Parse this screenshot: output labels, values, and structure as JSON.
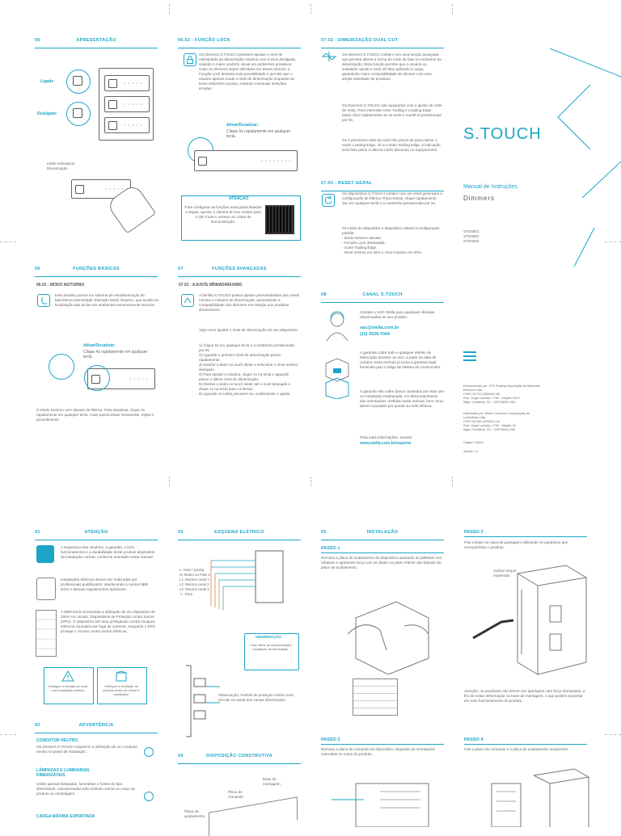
{
  "panel_01": {
    "num": "05",
    "title": "APRESENTAÇÃO",
    "label_on": "Ligado",
    "label_off": "Desligado",
    "leds_label": "LEDs indicativos\nDimerização"
  },
  "panel_02": {
    "title": "06.02 - FUNÇÃO LOCK",
    "body": "Os dimmers S.TOUCH permitem ajustar o nível de intensidade da dimerização máximo com a tecla desligada, visando o maior conforto visual em ambientes privativos. Caso os dimmers sejam utilizados em áreas comuns, a Função Lock desativa esta possibilidade e permite que o usuário apenas mude o nível de dimerização enquanto as luzes estiverem acesas, evitando eventuais seleções erradas.",
    "activate_title": "Ativar/Desativar:",
    "activate_text": "Clique 6x rapidamente em qualquer tecla.",
    "attention_title": "ATENÇÃO",
    "attention_text": "Para configurar as funções avançadas listadas a seguir, aponte a câmera do seu celular para o QR Code e acesse um vídeo de demonstração."
  },
  "panel_03": {
    "title": "07.02 - DIMERIZAÇÃO DUAL CUT",
    "body1": "Os dimmers S.TOUCH contam com uma função avançada que permite alterar a forma do corte de fase no momento da dimerização. Essa função permite que o usuário ou instalador ajuste o corte de fase aplicado à carga, garantindo maior compatibilidade do dimmer com uma ampla variedade de produtos.",
    "body2": "Os Dimmers S.TOUCH são equipados com o ajuste de corte de onda. Para intercalar entre Trailing e Leading Edge, basta clicar rapidamente 9x na tecla e mantê-la pressionada por 5s.",
    "body3": "Os 3 primeiros LEDs de nível irão piscar de para indicar o modo Leading Edge. Já no modo Trailing Edge, a indicação será feita pelos 3 últimos LEDs piscando no equipamento.",
    "reset_title": "07.03 - RESET GERAL",
    "reset_body1": "Os dispositivos S.TOUCH contam com um reset geral para a configuração de fábrica. Para resetar, clique rapidamente 15x em qualquer tecla e a mantenha pressionada por 5s.",
    "reset_body2": "Os LEDs do dispositivo o dispositivo voltará à configuração padrão:\n- Modo Noturno ativado.\n- Função Lock desativada.\n- Corte Trailing Edge.\n- Nível mínimo em 25% e nível máximo em 90%."
  },
  "cover": {
    "brand": "S.TOUCH",
    "manual": "Manual de Instruções",
    "product": "Dimmers",
    "models": [
      "STD4001",
      "STD4002",
      "STD4003"
    ]
  },
  "panel_05": {
    "num": "06",
    "title": "FUNÇÕES BÁSICAS",
    "sub": "06.01 - MODO NOTURNO",
    "body": "Este produto possui um sistema de retroiluminação de baixíssima intensidade chamado Modo Noturno, que auxilia na localização das teclas em ambientes extremamente escuros.",
    "activate_title": "Ativar/Desativar:",
    "activate_text": "Clique 4x rapidamente em qualquer tecla.",
    "footer": "O Modo Noturno vem ativado de fábrica. Para desativar, clique 4x rapidamente em qualquer tecla. Caso queira ativar novamente, repita o procedimento."
  },
  "panel_06": {
    "num": "07",
    "title": "FUNÇÕES AVANÇADAS",
    "sub": "07.01 - AJUSTE MÍNIMO/MÁXIMO",
    "body1": "A família S.TOUCH possui ajustes personalizados dos níveis mínimo e máximo de dimerização, aumentando a compatibilidade dos dimmers em relação aos produtos dimerizáveis.",
    "body2": "Veja como ajustar o nível de dimerização do seu dispositivo:",
    "steps": "1) Clique 5x em qualquer tecla e a mantenha pressionada por 5s.\n2) Aguarde o primeiro nível de dimerização piscar rapidamente.\n3) Deslize o dedo no touch slider e selecione o nível mínimo desejado.\n4) Para ajustar o máximo, clique 1x na tecla e aguarde piscar o último nível de dimerização.\n5) Deslize o dedo no touch slider até o nível desejado e clique 1x na tecla para confirmar.\n6) Aguarde os LEDs piscarem 6x, confirmando o ajuste."
  },
  "panel_07": {
    "num": "08",
    "title": "CANAL S.TOUCH",
    "contact": "Contate o SAC Stella para quaisquer dúvidas relacionadas ao seu produto.",
    "email": "sac@stella.com.br",
    "phone": "(11) 3529.7044",
    "warranty": "A garantia cobre todo e qualquer defeito de fabricação durante um ano, a partir da data de compra. Esse período já inclui a garantia legal fornecida pelo Código de Defesa do Consumidor.",
    "warranty2": "A garantia não cobre danos causados por mau uso ou instalação inadequada, em descumprimento das orientações contidas nesta manual, bem como danos causados por queda ou rede elétrica.",
    "more": "Para mais informações, acesse:",
    "url": "www.stella.com.br/suporte"
  },
  "panel_08": {
    "company1": "Desenvolvido por: STH Trading Importação de Materiais Elétricos Ltda.\nCNPJ 15.370.333/0001-69\nRod. Jorge Lacerda, 1735 - Galpão 16/17\nItajaí, Cordeiros, SC - CEP 88311-000",
    "company2": "Distribuído por: Stella Comércio e Importação de Luminárias Ltda.\nCNPJ 03.045.329/0001-40\nRod. Jorge Lacerda, 1735 - Galpão 16\nItajaí, Cordeiros, SC - CEP 88311-000",
    "origin": "Origem: China",
    "version": "Versão 1.0"
  },
  "panel_09": {
    "num": "01",
    "title": "ATENÇÃO",
    "p1": "A segurança dos usuários, a garantia, o bom funcionamento e a durabilidade deste produto dependem da instalação correta, conforme orientado neste manual.",
    "p2": "Instalações elétricas devem ser realizadas por profissionais qualificados, obedecendo à norma NBR 5410 e demais regulamentos aplicáveis.",
    "p3": "A NBR 5410 recomenda a utilização de um dispositivo de 30mA no circuito. Dispositivos de Proteção contra Surtos (DPS). O dispositivo DR atua protegendo contra choques elétricos causados por fuga de corrente, enquanto o DPS protege o circuito contra surtos elétricos.",
    "caption_a": "Desligue a energia ao local com instalação elétrica",
    "caption_b": "Verifique a condição do produto antes de iniciar a instalação",
    "adv_num": "02",
    "adv_title": "ADVERTÊNCIA",
    "neutral_title": "CONDUTOR NEUTRO",
    "neutral_text": "Os dimmers S.TOUCH requerem a utilização de um condutor neutro no ponto de instalação.",
    "lamp_title": "LÂMPADAS E LUMINÁRIAS DIMERIZÁVEIS",
    "lamp_text": "Utilize apenas lâmpadas, luminárias e fontes do tipo dimerizável, caracterizadas pelo símbolo acima no corpo do produto ou embalagem.",
    "load_title": "CARGA MÁXIMA SUPORTADA"
  },
  "panel_10": {
    "num": "03",
    "title": "ESQUEMA ELÉTRICO",
    "legend": [
      "L: Fase / (Linha)",
      "N: Neutro ou Fase 2",
      "L1: Retorno canal 1",
      "L2: Retorno canal 2",
      "L3: Retorno canal 3",
      "⏚: Terra"
    ],
    "obs_title": "OBSERVAÇÃO",
    "obs_text": "Caso Itens de representação instalação de iluminação.",
    "obs2": "Observação: Fusível de proteção contra curto circuito na saída dos canais dimerizados.",
    "dim_num": "04",
    "dim_title": "DISPOSIÇÃO CONSTRUTIVA",
    "part_a": "Placa de acabamento",
    "part_b": "Placa de comando",
    "part_c": "Base de montagem"
  },
  "panel_11": {
    "num": "05",
    "title": "INSTALAÇÃO",
    "step1": "PASSO 1",
    "step1_text": "Remova a placa de acabamento do dispositivo apoiando as palhetas nos rebaixos e aplicando força com os dedos na parte inferior das laterais da placa de acabamento.",
    "step2": "PASSO 2",
    "step2_text": "Remova a placa de comando do dispositivo, seguindo as orientações marcadas no corpo do produto."
  },
  "panel_12": {
    "step3": "PASSO 3",
    "step3_text": "Fixe a base na caixa de passagem utilizando os parafusos que acompanham o produto.",
    "torque": "Aplicar torque moderado",
    "attention": "Atenção: os parafusos não devem ser apertados com força demasiada, a fim de evitar deformação na base de montagem, o que poderá acarretar em mau funcionamento do produto.",
    "step4": "PASSO 4",
    "step4_text": "Fixe a placa de comando e a placa de acabamento novamente."
  }
}
